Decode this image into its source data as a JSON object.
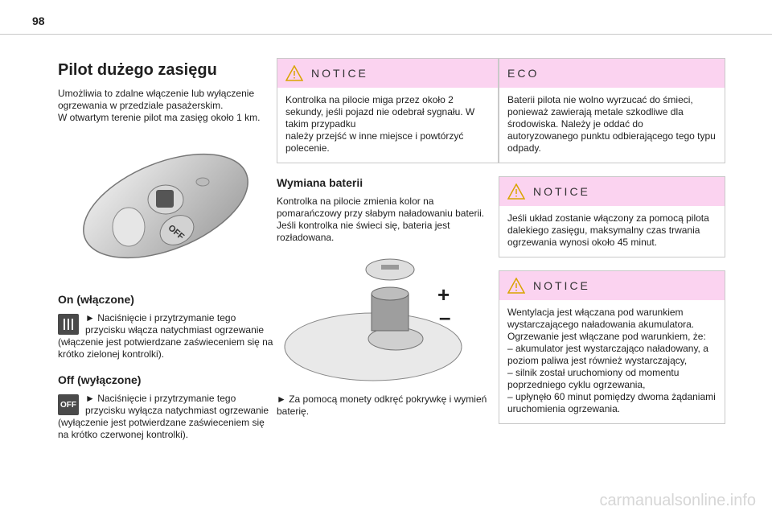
{
  "page_number": "98",
  "title": "Pilot dużego zasięgu",
  "intro": [
    "Umożliwia to zdalne włączenie lub wyłączenie",
    "ogrzewania w przedziale pasażerskim.",
    "W otwartym terenie pilot ma zasięg około 1 km."
  ],
  "on_section": {
    "title": "On (włączone)",
    "text": "► Naciśnięcie i przytrzymanie tego przycisku włącza natychmiast ogrzewanie (włączenie jest potwierdzane zaświeceniem się na krótko zielonej kontrolki)."
  },
  "off_section": {
    "title": "Off (wyłączone)",
    "badge": "OFF",
    "text": "► Naciśnięcie i przytrzymanie tego przycisku wyłącza natychmiast ogrzewanie (wyłączenie jest potwierdzane zaświeceniem się na krótko czerwonej kontrolki)."
  },
  "remote_off_label": "OFF",
  "notice1": {
    "title": "NOTICE",
    "text": "Kontrolka na pilocie miga przez około 2 sekundy, jeśli pojazd nie odebrał sygnału. W takim przypadku\nnależy przejść w inne miejsce i powtórzyć polecenie."
  },
  "battery_section": {
    "title": "Wymiana baterii",
    "text": "Kontrolka na pilocie zmienia kolor na pomarańczowy przy słabym naładowaniu baterii. Jeśli kontrolka nie świeci się, bateria jest rozładowana.",
    "plus": "+",
    "minus": "–",
    "caption": "► Za pomocą monety odkręć pokrywkę i wymień baterię."
  },
  "eco": {
    "title": "ECO",
    "text": "Baterii pilota nie wolno wyrzucać do śmieci, ponieważ zawierają metale szkodliwe dla środowiska. Należy je oddać do autoryzowanego punktu odbierającego tego typu odpady."
  },
  "notice2": {
    "title": "NOTICE",
    "text": "Jeśli układ zostanie włączony za pomocą pilota dalekiego zasięgu, maksymalny czas trwania ogrzewania wynosi około 45 minut."
  },
  "notice3": {
    "title": "NOTICE",
    "text": "Wentylacja jest włączana pod warunkiem wystarczającego naładowania akumulatora. Ogrzewanie jest włączane pod warunkiem, że:\n–  akumulator jest wystarczająco naładowany, a poziom paliwa jest również wystarczający,\n–  silnik został uruchomiony od momentu poprzedniego cyklu ogrzewania,\n–  upłynęło 60 minut pomiędzy dwoma żądaniami uruchomienia ogrzewania."
  },
  "watermark": "carmanualsonline.info",
  "colors": {
    "notice_header": "#fbd3f0",
    "warning": "#d9a400"
  }
}
